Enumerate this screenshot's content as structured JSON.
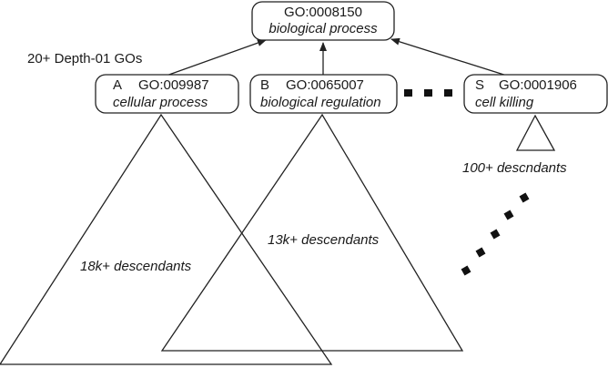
{
  "root": {
    "id": "GO:0008150",
    "name": "biological process"
  },
  "depth_label": "20+ Depth-01 GOs",
  "children": [
    {
      "letter": "A",
      "id": "GO:009987",
      "name": "cellular process",
      "descendants": "18k+ descendants"
    },
    {
      "letter": "B",
      "id": "GO:0065007",
      "name": "biological regulation",
      "descendants": "13k+ descendants"
    },
    {
      "letter": "S",
      "id": "GO:0001906",
      "name": "cell killing",
      "descendants": "100+ descndants"
    }
  ],
  "colors": {
    "stroke": "#222222",
    "text": "#1a1a1a",
    "background": "#ffffff"
  }
}
